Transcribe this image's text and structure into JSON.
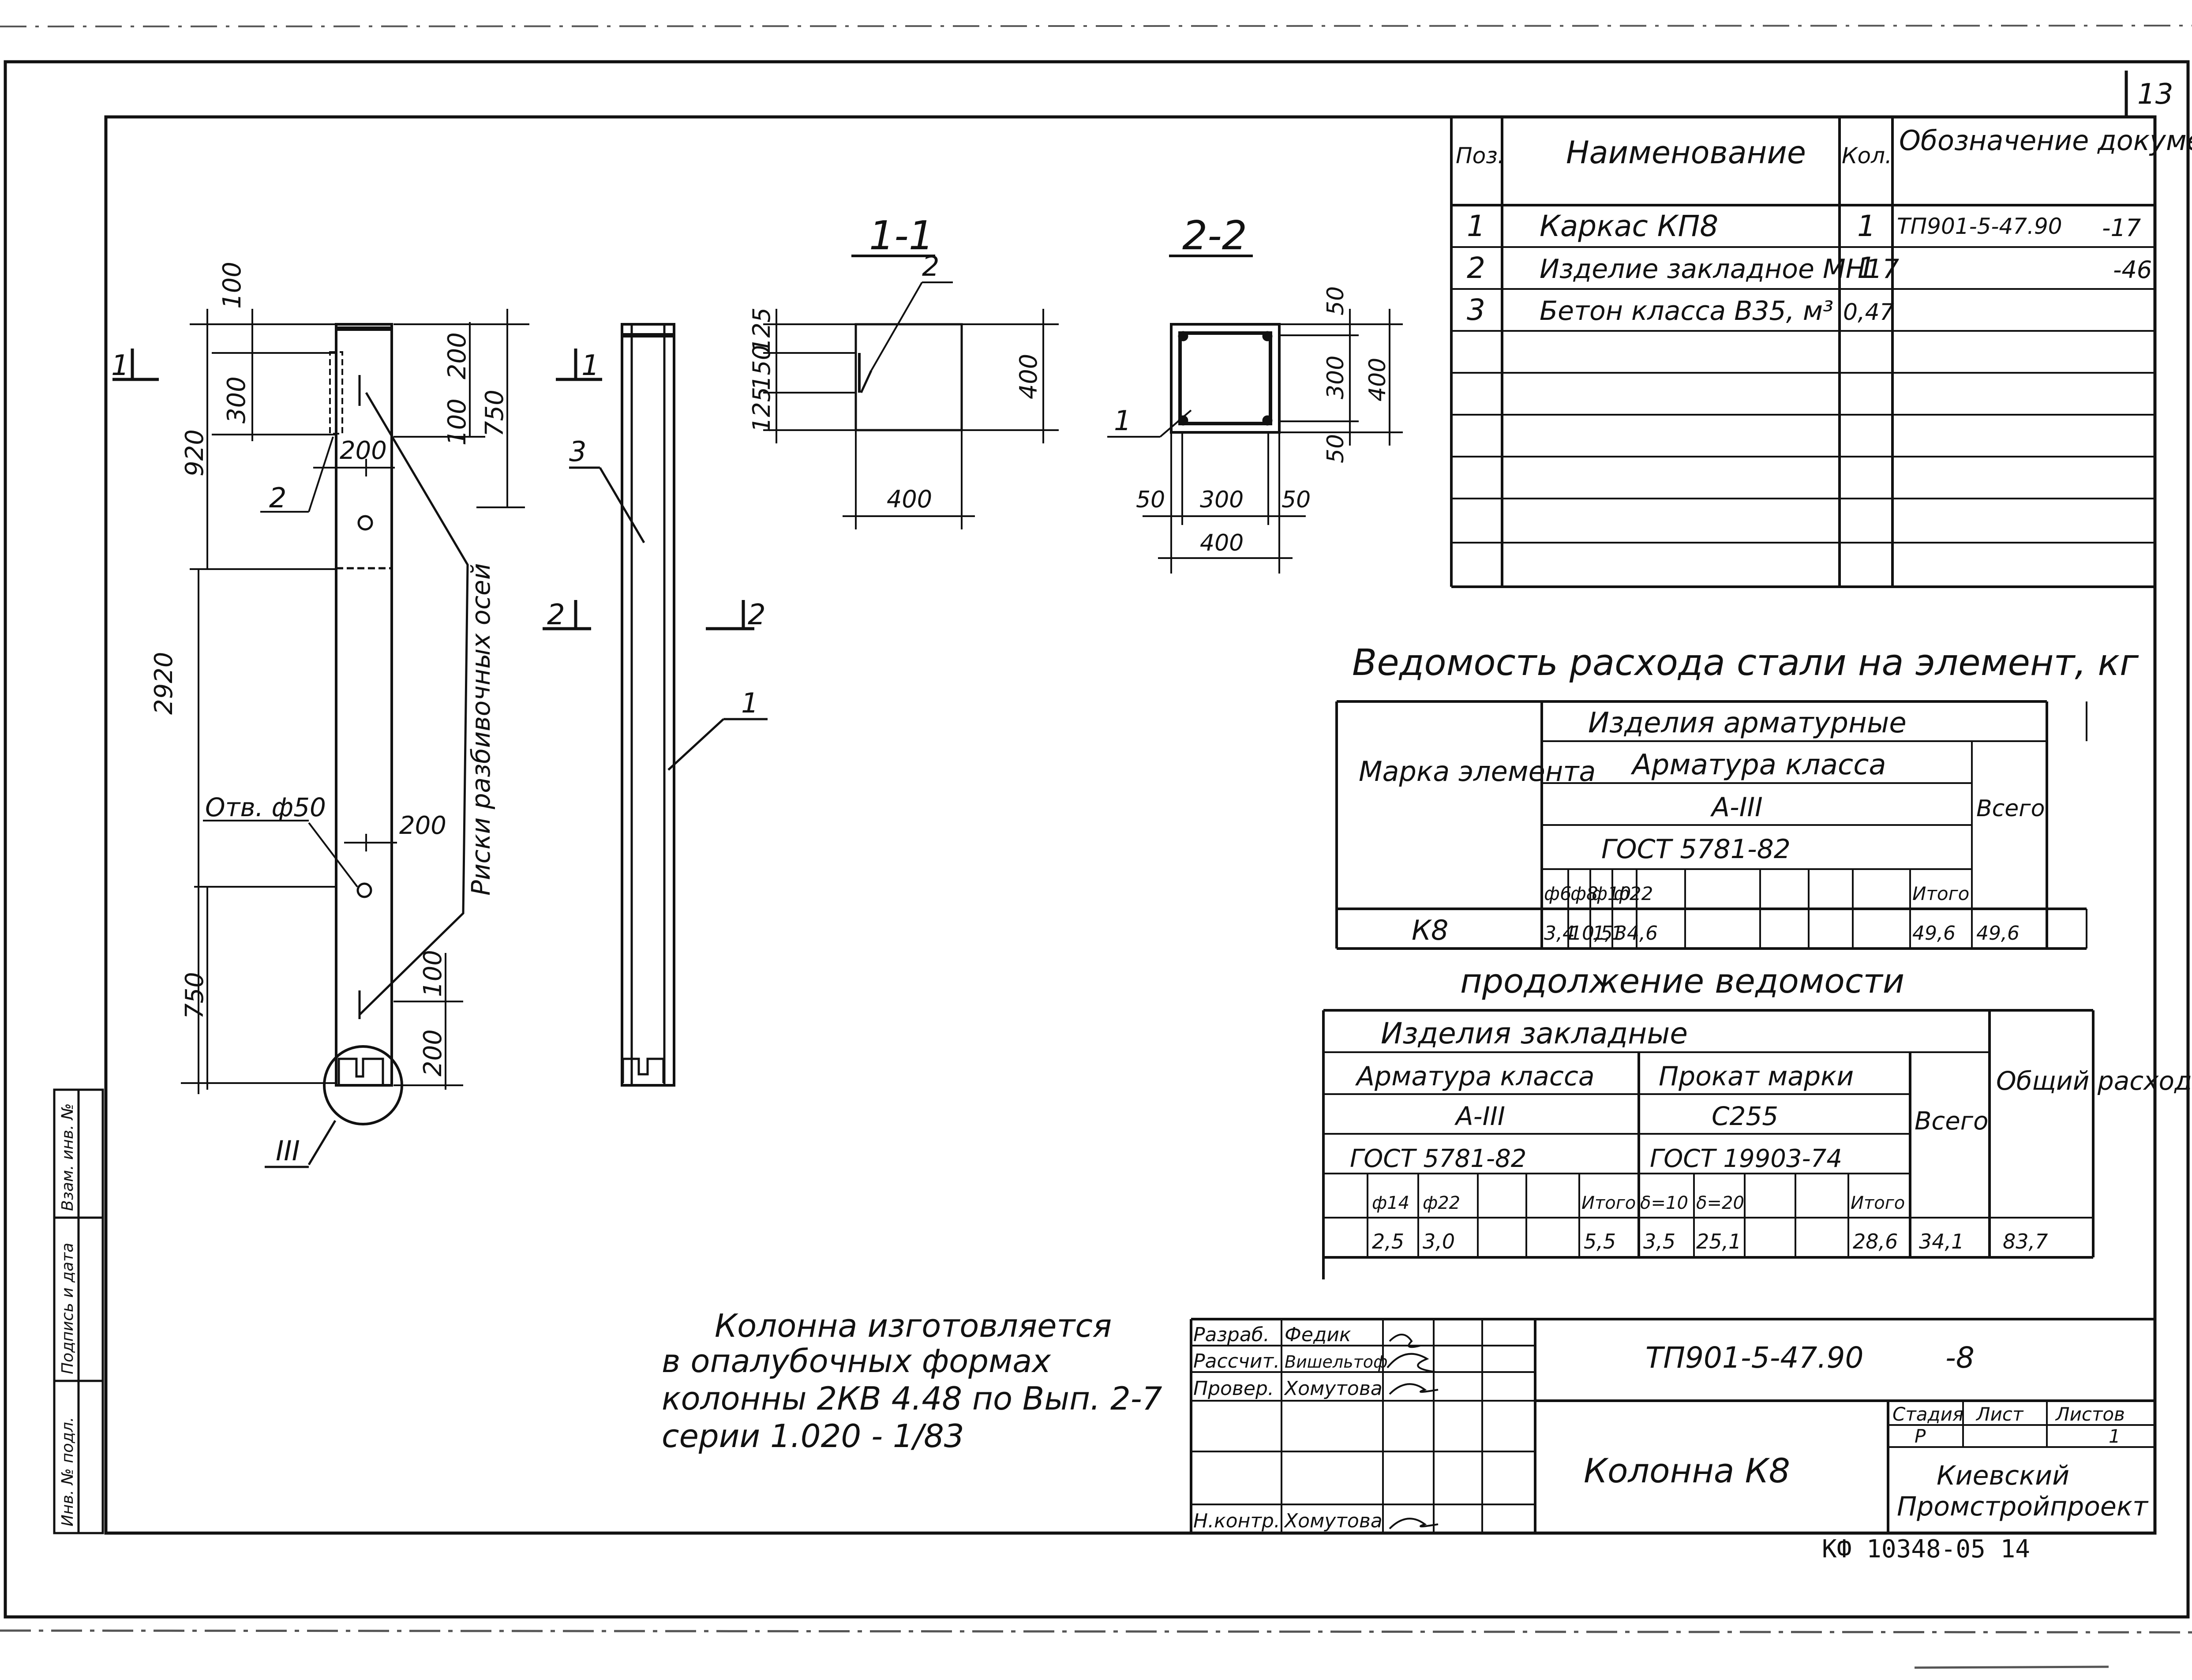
{
  "sheet_number": "13",
  "spec_table": {
    "headers": {
      "pos": "Поз.",
      "name": "Наименование",
      "qty": "Кол.",
      "doc": "Обозначение документа"
    },
    "rows": [
      {
        "pos": "1",
        "name": "Каркас КП8",
        "qty": "1",
        "doc": "ТП901-5-47.90",
        "doc_suffix": "-17"
      },
      {
        "pos": "2",
        "name": "Изделие закладное МН17",
        "qty": "1",
        "doc": "",
        "doc_suffix": "-46"
      },
      {
        "pos": "3",
        "name": "Бетон класса В35, м³",
        "qty": "0,47",
        "doc": "",
        "doc_suffix": ""
      }
    ]
  },
  "section_titles": {
    "s1": "1-1",
    "s2": "2-2"
  },
  "callouts": {
    "c1": "1",
    "c2": "2",
    "c3": "3",
    "c3b": "III",
    "hole": "Отв. ф50",
    "risks": "Риски разбивочных осей",
    "cut1a": "1",
    "cut1b": "1",
    "cut2a": "2",
    "cut2b": "2",
    "sec_c1": "2",
    "sec_c2": "1"
  },
  "dimensions": {
    "d100a": "100",
    "d300a": "300",
    "d920": "920",
    "d200a": "200",
    "d100b": "100",
    "d750a": "750",
    "d200b": "200",
    "d2920": "2920",
    "d200c": "200",
    "d750b": "750",
    "d100c": "100",
    "d200d": "200",
    "s1_125a": "125",
    "s1_150": "150",
    "s1_125b": "125",
    "s1_400h": "400",
    "s1_400w": "400",
    "s2_50a": "50",
    "s2_300v": "300",
    "s2_50b": "50",
    "s2_400v": "400",
    "s2_50c": "50",
    "s2_300h": "300",
    "s2_50d": "50",
    "s2_400h": "400"
  },
  "steel_table": {
    "title": "Ведомость расхода стали на элемент, кг",
    "mark_header": "Марка элемента",
    "products_header": "Изделия арматурные",
    "rebar_class_header": "Арматура класса",
    "class": "А-III",
    "gost": "ГОСТ 5781-82",
    "total_header": "Всего",
    "diameters": [
      "ф6",
      "ф8",
      "ф10",
      "ф22",
      "",
      "",
      "",
      "Итого"
    ],
    "row": {
      "mark": "К8",
      "values": [
        "3,4",
        "10,5",
        "1,1",
        "34,6",
        "",
        "",
        "",
        "49,6"
      ],
      "total": "49,6"
    }
  },
  "cont_table": {
    "title": "продолжение ведомости",
    "embedded_header": "Изделия закладные",
    "rebar_class_header": "Арматура класса",
    "rolled_header": "Прокат марки",
    "class": "А-III",
    "steel": "С255",
    "gost1": "ГОСТ 5781-82",
    "gost2": "ГОСТ 19903-74",
    "total_header": "Всего",
    "overall_header": "Общий расход",
    "cols": [
      "ф14",
      "ф22",
      "",
      "",
      "Итого",
      "δ=10",
      "δ=20",
      "",
      "",
      "Итого"
    ],
    "values": [
      "2,5",
      "3,0",
      "",
      "",
      "5,5",
      "3,5",
      "25,1",
      "",
      "",
      "28,6"
    ],
    "total": "34,1",
    "overall": "83,7"
  },
  "note": {
    "line1": "Колонна изготовляется",
    "line2": "в опалубочных формах",
    "line3": "колонны 2КВ 4.48 по Вып. 2-7",
    "line4": "серии 1.020 - 1/83"
  },
  "title_block": {
    "roles": [
      "Разраб.",
      "Рассчит.",
      "Провер.",
      "",
      "",
      "Н.контр."
    ],
    "names": [
      "Федик",
      "Вишельтоф",
      "Хомутова",
      "",
      "",
      "Хомутова"
    ],
    "code": "ТП901-5-47.90",
    "sheet_code": "-8",
    "element": "Колонна К8",
    "stage_label": "Стадия",
    "sheet_label": "Лист",
    "sheets_label": "Листов",
    "stage": "Р",
    "sheets": "1",
    "org_line1": "Киевский",
    "org_line2": "Промстройпроект"
  },
  "footer_code": "КФ 10348-05  14",
  "side_stamp": {
    "f1": "Инв. № подл.",
    "f2": "Подпись и дата",
    "f3": "Взам. инв. №"
  }
}
